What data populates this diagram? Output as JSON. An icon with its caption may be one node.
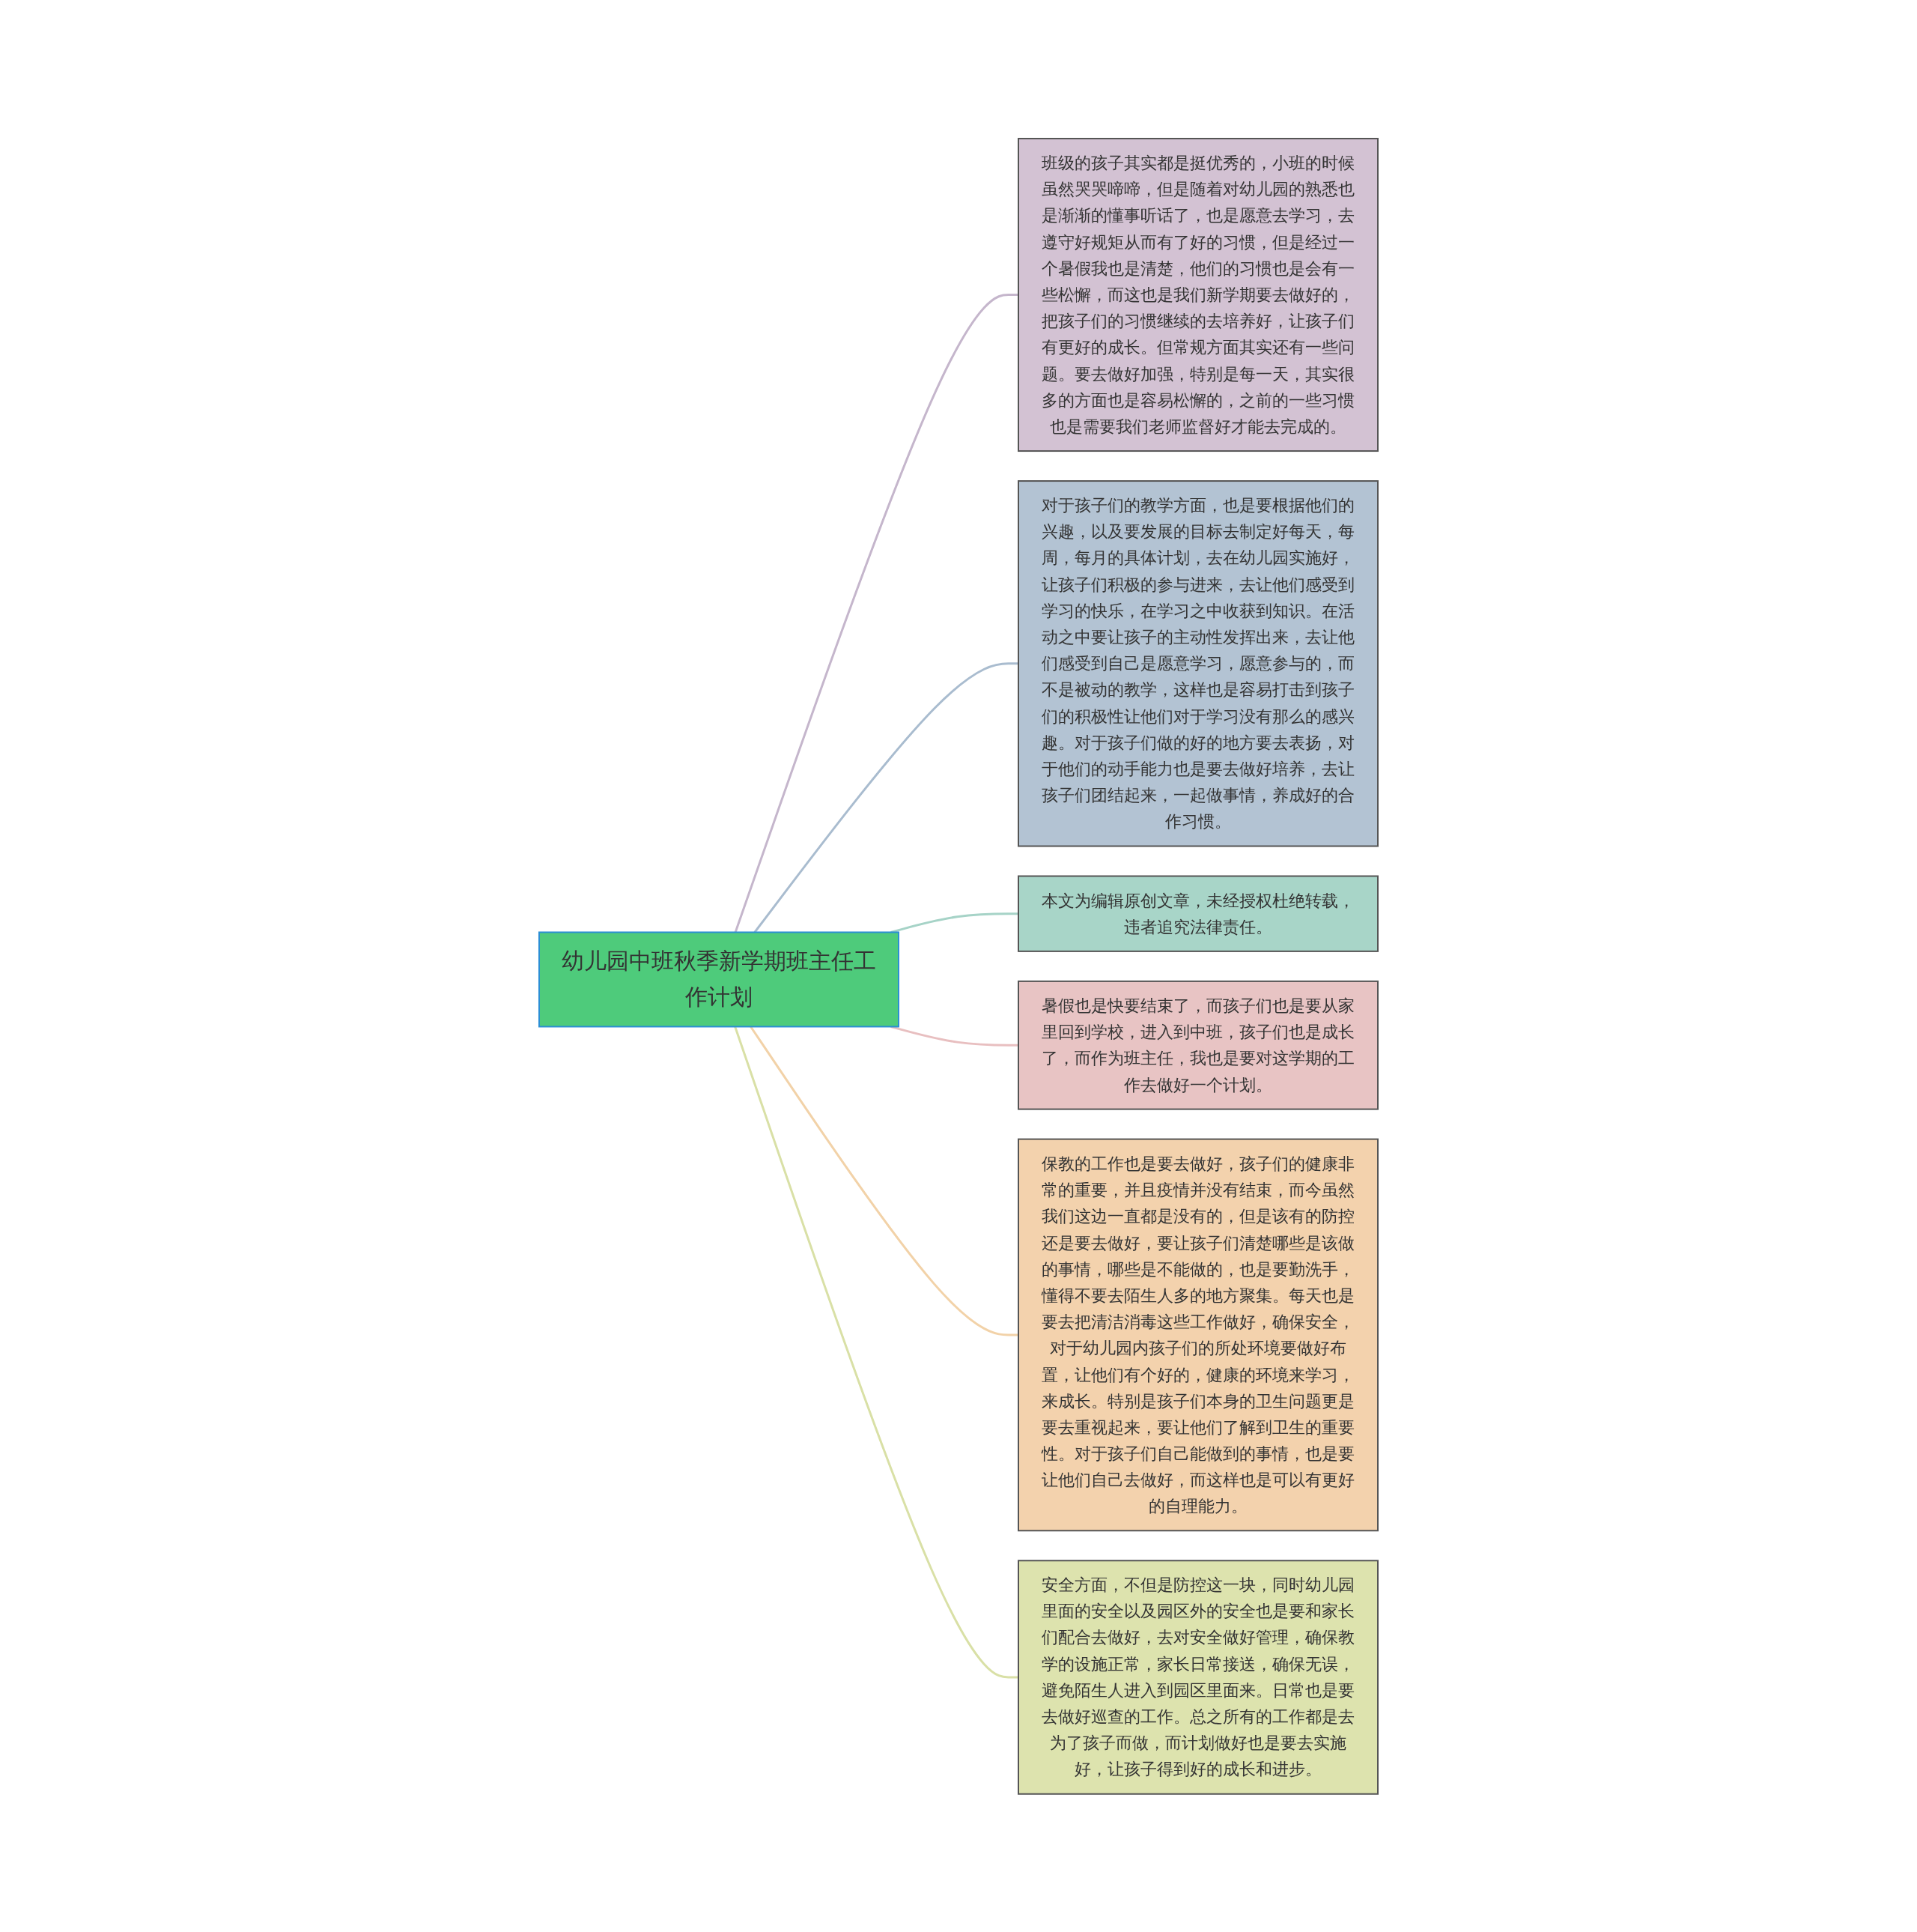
{
  "diagram": {
    "nodes": [
      {
        "text": [
          "幼儿园中班秋季新学期班主任工作计划"
        ]
      },
      {
        "text": [
          "班级的孩子其实都是挺优秀的，小班的时候虽然哭哭啼啼，但是随着对幼儿园的熟悉也是渐渐的懂事听话了，也是愿意去学习，去遵守好规矩从而有了好的习惯，但是经过一个暑假我也是清楚，他们的习惯也是会有一些松懈，而这也是我们新学期要去做好的，把孩子们的习惯继续的去培养好，让孩子们有更好的成长。但常规方面其实还有一些问题。要去做好加强，特别是每一天，其实很多的方面也是容易松懈的，之前的一些习惯也是需要我们老师监督好才能去完成的。"
        ]
      },
      {
        "text": [
          "对于孩子们的教学方面，也是要根据他们的兴趣，以及要发展的目标去制定好每天，每周，每月的具体计划，去在幼儿园实施好，让孩子们积极的参与进来，去让他们感受到学习的快乐，在学习之中收获到知识。在活动之中要让孩子的主动性发挥出来，去让他们感受到自己是愿意学习，愿意参与的，而不是被动的教学，这样也是容易打击到孩子们的积极性让他们对于学习没有那么的感兴趣。对于孩子们做的好的地方要去表扬，对于他们的动手能力也是要去做好培养，去让孩子们团结起来，一起做事情，养成好的合作习惯。"
        ]
      },
      {
        "text": [
          "本文为编辑原创文章，未经授权杜绝转载，违者追究法律责任。"
        ]
      },
      {
        "text": [
          "暑假也是快要结束了，而孩子们也是要从家里回到学校，进入到中班，孩子们也是成长了，而作为班主任，我也是要对这学期的工作去做好一个计划。"
        ]
      },
      {
        "text": [
          "保教的工作也是要去做好，孩子们的健康非常的重要，并且疫情并没有结束，而今虽然我们这边一直都是没有的，但是该有的防控还是要去做好，要让孩子们清楚哪些是该做的事情，哪些是不能做的，也是要勤洗手，懂得不要去陌生人多的地方聚集。每天也是要去把清洁消毒这些工作做好，确保安全，对于幼儿园内孩子们的所处环境要做好布置，让他们有个好的，健康的环境来学习，来成长。特别是孩子们本身的卫生问题更是要去重视起来，要让他们了解到卫生的重要性。对于孩子们自己能做到的事情，也是要让他们自己去做好，而这样也是可以有更好的自理能力。"
        ]
      },
      {
        "text": [
          "安全方面，不但是防控这一块，同时幼儿园里面的安全以及园区外的安全也是要和家长们配合去做好，去对安全做好管理，确保教学的设施正常，家长日常接送，确保无误，避免陌生人进入到园区里面来。日常也是要去做好巡查的工作。总之所有的工作都是去为了孩子而做，而计划做好也是要去实施好，让孩子得到好的成长和进步。"
        ]
      }
    ],
    "edges": [
      {
        "from": 0,
        "to": 1,
        "arrow": "none",
        "color": "#c5b6cc"
      },
      {
        "from": 0,
        "to": 2,
        "arrow": "none",
        "color": "#a9bccf"
      },
      {
        "from": 0,
        "to": 3,
        "arrow": "none",
        "color": "#a6d3c7"
      },
      {
        "from": 0,
        "to": 4,
        "arrow": "none",
        "color": "#e8bfc0"
      },
      {
        "from": 0,
        "to": 5,
        "arrow": "none",
        "color": "#f2d2a8"
      },
      {
        "from": 0,
        "to": 6,
        "arrow": "none",
        "color": "#d9e0a6"
      }
    ]
  }
}
